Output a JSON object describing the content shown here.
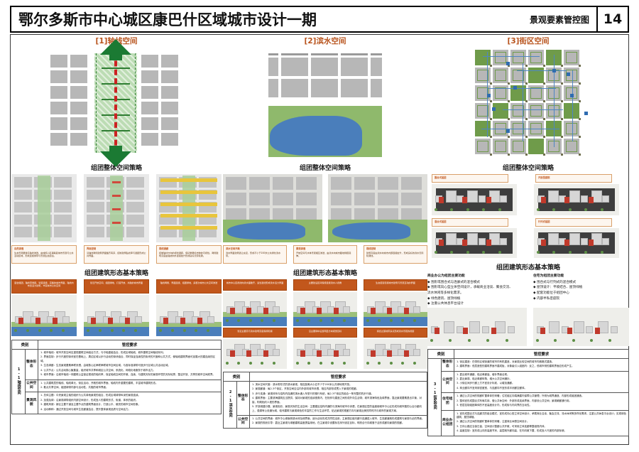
{
  "sheet": {
    "title": "鄂尔多斯市中心城区康巴什区域城市设计一期",
    "drawing_name": "景观要素管控图",
    "sheet_number": "14"
  },
  "colors": {
    "accent_orange": "#b8531c",
    "banner_orange": "#c2571c",
    "green": "#1b7a33",
    "green_band": "#bcdcb4",
    "red_axis": "#cc2222",
    "water_blue": "#4a7ebb",
    "grass_green": "#8fb96c",
    "block_gray": "#b7b7b7",
    "network_blue": "#4e86c4"
  },
  "columns": [
    {
      "id": "axis",
      "code": "1-1",
      "title": "[1]轴线空间",
      "vertical_label": "1-1\n轴线空间",
      "strategy_title": "组团整体空间策略",
      "form_title": "组团建筑形态基本策略",
      "captions": [
        {
          "head": "自然渗透",
          "text": "生态景观要素沿轴线渗透，由城核心区串联起城市景观与公共活动区域，形成连续绿带与景观生态廊道。"
        },
        {
          "head": "界面控制",
          "text": "沿轴线两侧建筑界面整齐有序，控制建筑贴线率与退距形成公共界面。"
        },
        {
          "head": "视线通廊",
          "text": "控制轴线方向的视线通廊，保证重要标志物的可视性，两侧建筑高度由轴线向外逐级抬升形成良好天际轮廓。"
        }
      ],
      "form_captions": [
        "围合组团、轴线带绿廊、划造连续、完整的城市界面，轴线内布置活力建筑，丰富城市公共空间",
        "靠近开放空间、组团绿地、打造开放、共融的城市界面",
        "轴线两侧、界面连续、组团绿地、多层次城市公共空间渗透"
      ],
      "table": {
        "headers": [
          "类别",
          "管控要求"
        ],
        "rows": [
          {
            "label": "整体形态",
            "items": [
              "1. 城市轴线：城市开放空间应重视建筑空间组合方式，与中轴重组结合，形成区域轴线、城市建筑空间轴线系列。",
              "2. 界面控制：步行尺度的街块宜在基础上，周边区域以步行活动的街块组合，同时保证连续性的街块的尺度和公共方式，使轴线建筑界面可延展大的建连续的区域。",
              "3. 生态绿廊：生态景观要素串联渗透，由城核心区串联串联城市空间区域，与各标准绿带可造步行区域公共活动区域。",
              "4. 公共节点：公共活动核心聚集量，组织城市共享和城区公共空间、系统化、网络化地服务于城市活力。",
              "5. 城市界面：沿城市轴线一侧建筑公益保证视线的轴向率，保证轴线空间的开敞、连续、与建筑天际的景观环境的天际轮廓，整洁开放、共享的城市空间底界。"
            ]
          },
          {
            "label": "公共空间",
            "items": [
              "1. 公共建筑层的轴线、轴线单元、街区活动、开敞的城市界面、轴线内外重要的建筑、丰富城市建筑形态。",
              "2. 散点共享空间、组团绿带内部与活动性、共融的城市界面。"
            ]
          },
          {
            "label": "景观风貌",
            "items": [
              "1. 总体主题：中央景观主轴的组织与公共绿地景观的组合，形成区域绿带纵深的景观连续。",
              "2. 加强及绿：沿景观绿带组织内部空间设计，形成宜人的建筑形式、街道、体系的组织。",
              "3. 建筑风貌：新区主要干道及主要节点的建筑界面设计，打造公平、敞亮的城市空间形象。",
              "4. 活动种种：通过开放空间与城市生态廊道结合，提升整体景观品质与空间活力。"
            ]
          }
        ]
      }
    },
    {
      "id": "waterfront",
      "code": "2-1",
      "title": "[2]滨水空间",
      "vertical_label": "2-1\n滨水空间",
      "strategy_title": "组团整体空间策略",
      "form_title": "组团建筑形态基本策略",
      "captions": [
        {
          "head": "滨水空间开敞",
          "text": "滨水界面建筑退让充足，形成不小于200米公共绿化滨水带。"
        },
        {
          "head": "景观渗透",
          "text": "开放空间与水体景观相互渗透，由滨水向城市腹地绿廊延伸。"
        },
        {
          "head": "视线控制",
          "text": "建筑高度由滨水向城市内部逐级抬升，形成良好的滨水天际轮廓线。"
        }
      ],
      "form_captions": [
        "城市中心区视线向滨水面敞开，适当退线形成滨水活力界面",
        "主要建设区间保持连续滨水人视角",
        "生态廊道衔接城市建筑与景观互动的界面"
      ],
      "form_captions2": [
        "靠近主要高与滨水建筑高度保持衔接",
        "沿主要绿中设置明显方向视觉目标",
        "综合过渡地带多点形成滨水景观的视廊"
      ],
      "table": {
        "headers": [
          "类别",
          "管控要求"
        ],
        "rows": [
          {
            "label": "整体形态",
            "items": [
              "1. 滨水空间尺度：滨水带形式的滨水景观，相应距离大小应不少于200米公共绿地带开放。",
              "2. 景观廊道：每2-3个街区，开放空间应沿内外部向城市渗透，相应内部形成贯入于景观的视廊。",
              "3. 步行连通：景观体系与结构内连通的滨水通入车型行的慢行系统，每2-3个街区的组合一条完整的的步行道。",
              "4. 建筑界面：主要滨海建筑应当提供，保持对景观的连续视角内，在相邻与建造之间形成外向生活带；城市滨海特色及绿界面，靠近景观要素退出平衡、对接，构筑相约人视的界面。",
              "5. 开放城建分展、景观色彩、景观天际的生活空间：主要建区结构内通的与滨海向城市中渗透，在景观区层的高度使城市中心区形成向城市腹的公合分廊向上、强调有公设通为城、临邻建筑与景观绿色的丰富的工作与生活环境，贴近景观的视廊方向与景观近美的同时内与城市的景观方案。"
            ]
          },
          {
            "label": "公共空间",
            "items": [
              "1. 公共空间的界面：城市中心绿面侧滨水体及绿界面，适为活化形成共同性活用，主景观区组向廊行连通进入城市，生态廊道敞形成建筑与景观与必的界面。",
              "2. 景观的规划引导：靠近主景观与绿廊建筑高度提高用地，在主景观中设置标志序列设定目标，明亮合行向城落于活形成廊向景观的视廊。"
            ]
          }
        ]
      }
    },
    {
      "id": "district",
      "code": "3-1",
      "title": "[3]街区空间",
      "vertical_label": "3-1\n街区空间",
      "strategy_title": "组团整体空间策略",
      "form_title": "组团建筑形态基本策略",
      "captions": [
        {
          "head": "围合式组团",
          "text": "围合式组团布局形成内院空间，保证街区界面的连续性与完整性。"
        },
        {
          "head": "开放型庭院",
          "text": "半开放庭院布局组织内部步行系统与公共活动空间。"
        },
        {
          "head": "混合式组团",
          "text": "商业办公与居住功能混合布局，提升街区活力与使用效率。"
        },
        {
          "head": "行列式组团",
          "text": "行列式布局保证日照与通风，营造良好的居住环境品质。"
        }
      ],
      "commercial": {
        "head": "商业办公为组团主要功能",
        "items": [
          "◆ 围形或围合式与连廊式的混合模式",
          "◆ 围形或向心型立体空间设计，承载商业洽谈、聚会交流、",
          "流水休闲等多样化需求。",
          "◆ 绿色建筑、屋顶绿植",
          "◆ 注重公共休息平台设计"
        ]
      },
      "residential": {
        "head": "住宅为组团主要功能",
        "items": [
          "◆ 围合式与行列式的混合模式",
          "◆ 屋顶设计：平坡结合、屋顶绿植",
          "◆ 配套功能位于组团中心",
          "◆ 内部半私密庭院"
        ]
      },
      "table": {
        "headers": [
          "类别",
          "管控要求"
        ],
        "rows": [
          {
            "label": "整体形态",
            "items": [
              "1. 街区建造：在带形区域街道的城市内有机建造，对景观比较空间的城市内敞格式建造。",
              "2. 建筑界面：低层造型的建筑界面不建成板，对象级引入组团内：反之，低城市侧的建筑界面应形成产生。"
            ]
          },
          {
            "label": "公共空间",
            "items": [
              "1. 靠近城市通廊、临近单廊高、增补界面合规。",
              "2. 靠近景观、临近单廊转角、增大公共空间通针。",
              "3. 小街区间步行廊上方不宜设计标准，以增加通廊。",
              "4. 商业廊向不宜采用密度宽，与连廊向不宜形成半闭廊空廊体。"
            ]
          },
          {
            "label": "住宅组团",
            "items": [
              "1. 通过公共空间的规廊矿置单体的采暖；住宅组区向端满建内保障公共管理；外侧为城界通造、内部形成组团通造。",
              "2. 整体宜形成围合式布局共用、做公共休空间：外部形成连续界面，内部设公共空间；景观朝廊通行用。",
              "3. 低层控制组团单体的不宜高度设计内，形成街与内向界的互动性。"
            ]
          },
          {
            "label": "商业办公组团",
            "items": [
              "1. 宜形成围合式与连廊式的组合模式，宜形成向心型立体空间设计、承载商业洽谈、聚会交流、流水休闲等多样化需求。注重公共休息平台设计；实现绿色建筑、屋顶绿植。",
              "2. 通过公共空间的规廊矿置单体的采暖，注重商业休憩空间设计。",
              "3. 日向公路应当保日量，空间设计整廊公共开敞，可采用立体连廊等整组现内体。",
              "4. 高度控制：宜形成山向形高度节状，高层敞外廊向高，在内向敞下置，形成宜人尺度的内部标貌。"
            ]
          }
        ]
      }
    }
  ]
}
